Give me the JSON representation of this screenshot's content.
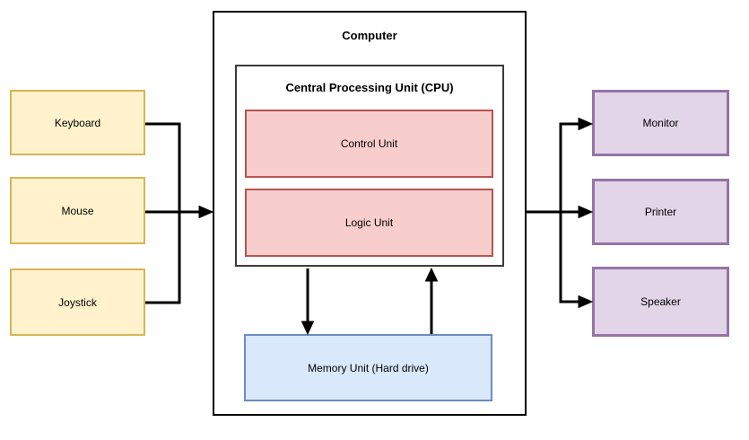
{
  "diagram": {
    "title": "Computer",
    "cpu_title": "Central Processing Unit (CPU)",
    "nodes": {
      "keyboard": "Keyboard",
      "mouse": "Mouse",
      "joystick": "Joystick",
      "control_unit": "Control Unit",
      "logic_unit": "Logic Unit",
      "memory_unit": "Memory Unit (Hard drive)",
      "monitor": "Monitor",
      "printer": "Printer",
      "speaker": "Speaker"
    },
    "connections": [
      "Keyboard -> Computer",
      "Mouse -> Computer",
      "Joystick -> Computer",
      "CPU -> Memory Unit (Hard drive)",
      "Memory Unit (Hard drive) -> CPU",
      "Computer -> Monitor",
      "Computer -> Printer",
      "Computer -> Speaker"
    ],
    "palette": {
      "input_fill": "#fff2cc",
      "input_stroke": "#d6b656",
      "cpu_unit_fill": "#f8cecc",
      "cpu_unit_stroke": "#b85450",
      "memory_fill": "#dae8fc",
      "memory_stroke": "#6c8ebf",
      "output_fill": "#e1d5e7",
      "output_stroke": "#9673a6",
      "container_stroke": "#000000",
      "connector": "#000000",
      "background": "#ffffff"
    }
  }
}
